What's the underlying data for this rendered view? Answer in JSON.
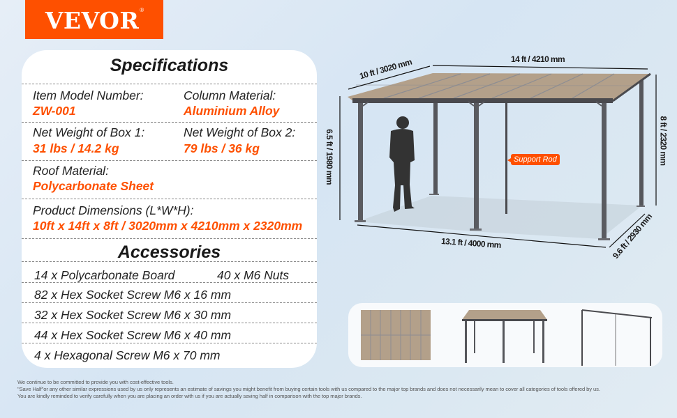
{
  "brand": {
    "name": "VEVOR",
    "registered_mark": "®",
    "color": "#fe5000"
  },
  "specifications": {
    "title": "Specifications",
    "item_model_number": {
      "label": "Item Model Number:",
      "value": "ZW-001"
    },
    "column_material": {
      "label": "Column Material:",
      "value": "Aluminium Alloy"
    },
    "net_weight_box1": {
      "label": "Net Weight of Box 1:",
      "value": "31 lbs / 14.2 kg"
    },
    "net_weight_box2": {
      "label": "Net Weight of Box 2:",
      "value": "79 lbs / 36 kg"
    },
    "roof_material": {
      "label": "Roof Material:",
      "value": "Polycarbonate Sheet"
    },
    "product_dimensions": {
      "label": "Product Dimensions (L*W*H):",
      "value": "10ft x 14ft x 8ft / 3020mm x 4210mm x 2320mm"
    }
  },
  "accessories": {
    "title": "Accessories",
    "items": [
      "14 x Polycarbonate Board",
      "40 x M6 Nuts",
      "82 x Hex Socket Screw M6 x 16 mm",
      "32 x Hex Socket Screw M6 x 30 mm",
      "44 x Hex Socket Screw M6 x 40 mm",
      "4 x Hexagonal Screw M6 x 70 mm"
    ]
  },
  "diagram": {
    "dimensions": {
      "roof_depth": "10 ft / 3020 mm",
      "roof_length": "14 ft / 4210 mm",
      "front_height": "6.5 ft / 1980 mm",
      "back_height": "8 ft / 2320 mm",
      "base_length": "13.1 ft / 4000 mm",
      "base_depth": "9.6 ft / 2930 mm"
    },
    "callout": "Support Rod",
    "colors": {
      "roof": "#b3a08a",
      "frame": "#4a4a4e",
      "floor": "#c5d3dc",
      "person": "#333333"
    }
  },
  "thumbnails": [
    {
      "name": "roof-panels-top-view"
    },
    {
      "name": "pergola-front-view"
    },
    {
      "name": "pergola-side-view"
    }
  ],
  "disclaimer": {
    "line1": "We continue to be committed to provide you with cost-effective tools.",
    "line2": "\"Save Half\"or any other similar expressions used by us only represents an estimate of savings you might benefit from buying certain tools with us compared to the major top brands and does not necessarily mean to cover all categories of tools offered by us.",
    "line3": "You are kindly reminded to verify carefully when you are placing an order with us if you are actually saving half in comparison with the top major brands."
  }
}
